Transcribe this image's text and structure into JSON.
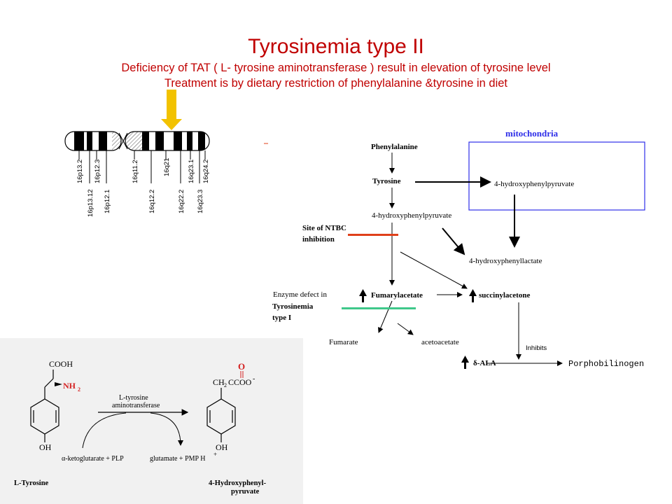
{
  "slide": {
    "title": "Tyrosinemia type II",
    "line1": "Deficiency of TAT ( L- tyrosine aminotransferase ) result in elevation of tyrosine level",
    "line2": "Treatment  is by dietary restriction of phenylalanine &tyrosine in diet"
  },
  "chromosome": {
    "bands_top": [
      "16p13.2",
      "16p12.3",
      "16q11.2",
      "16q21",
      "16q23.1",
      "16q24.2"
    ],
    "bands_bottom": [
      "16p13.12",
      "16p12.1",
      "16q12.2",
      "16q22.2",
      "16q23.3"
    ],
    "arrow_color": "#f2c200"
  },
  "pathway": {
    "mito_label": "mitochondria",
    "phenylalanine": "Phenylalanine",
    "tyrosine": "Tyrosine",
    "hpp": "4-hydroxyphenylpyruvate",
    "hpp_mito": "4-hydroxyphenylpyruvate",
    "ntbc1": "Site of NTBC",
    "ntbc2": "inhibition",
    "hpl": "4-hydroxyphenyllactate",
    "enzyme1": "Enzyme defect in",
    "enzyme2": "Tyrosinemia",
    "enzyme3": "type I",
    "fumarylacetate": "Fumarylacetate",
    "succinylacetone": "succinylacetone",
    "fumarate": "Fumarate",
    "acetoacetate": "acetoacetate",
    "inhibits": "Inhibits",
    "ala": "δ-ALA",
    "porpho": "Porphobilinogen",
    "ntbc_bar_color": "#e0401a",
    "defect_bar_color": "#3fc88a",
    "mito_color": "#2e2ee8"
  },
  "reaction": {
    "cooh": "COOH",
    "nh2": "NH",
    "nh2_sub": "2",
    "oh_left": "OH",
    "enzyme1": "L-tyrosine",
    "enzyme2": "aminotransferase",
    "o": "O",
    "ch2": "CH",
    "ch2_sub": "2",
    "ccoo": "CCOO",
    "charge": "-",
    "oh_right": "OH",
    "cofactor_left": "α-ketoglutarate + PLP",
    "cofactor_right": "glutamate + PMP H",
    "plus": "+",
    "name_left": "L-Tyrosine",
    "name_right1": "4-Hydroxyphenyl-",
    "name_right2": "pyruvate",
    "red": "#d42020"
  }
}
